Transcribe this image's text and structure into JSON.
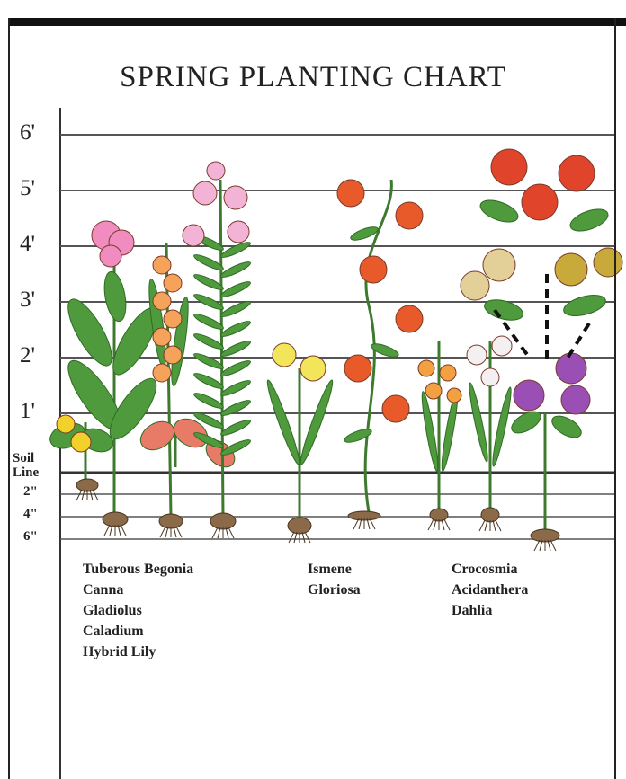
{
  "title": "SPRING PLANTING CHART",
  "height_ticks": [
    "6'",
    "5'",
    "4'",
    "3'",
    "2'",
    "1'"
  ],
  "soil_label": [
    "Soil",
    "Line"
  ],
  "depth_ticks": [
    "2\"",
    "4\"",
    "6\""
  ],
  "plant_groups": [
    [
      "Tuberous Begonia",
      "Canna",
      "Gladiolus",
      "Caladium",
      "Hybrid Lily"
    ],
    [
      "Ismene",
      "Gloriosa"
    ],
    [
      "Crocosmia",
      "Acidanthera",
      "Dahlia"
    ]
  ],
  "colors": {
    "grid_line": "#555555",
    "leaf": "#4f9a3c",
    "leaf_dark": "#2f6b25",
    "stem": "#3d7a2e",
    "bulb": "#8a6a48",
    "begonia": "#f2d12a",
    "canna": "#f08cc0",
    "gladiolus": "#f5a25a",
    "caladium": "#e87a68",
    "lily_pink": "#f3b3d6",
    "ismene": "#f3e55a",
    "gloriosa": "#e85a2a",
    "crocosmia": "#f2a040",
    "acidanthera": "#f4f0f2",
    "dahlia_red": "#e0442a",
    "dahlia_tan": "#e2d098",
    "dahlia_olive": "#c8aa3a",
    "dahlia_purple": "#9a4fb5"
  }
}
